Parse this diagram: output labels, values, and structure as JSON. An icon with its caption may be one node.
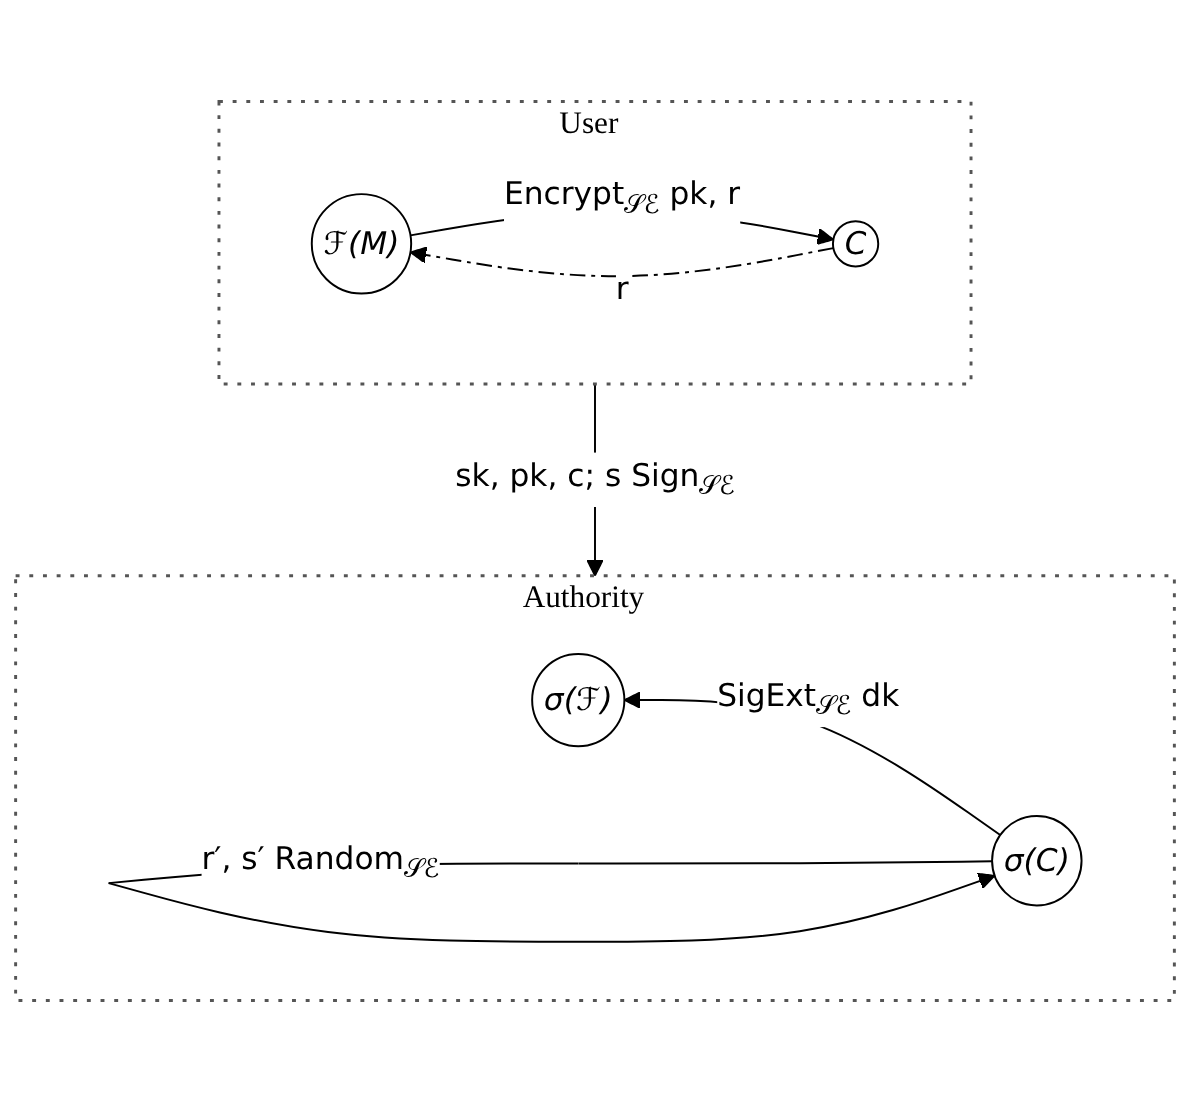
{
  "diagram": {
    "nodes": [
      {
        "text": [
          "User"
        ]
      },
      {
        "text": [
          "ℱ(M)"
        ],
        "in": 0
      },
      {
        "text": [
          "C"
        ],
        "in": 0
      },
      {
        "text": [
          "Authority"
        ]
      },
      {
        "text": [
          "σ(ℱ)"
        ],
        "in": 3
      },
      {
        "text": [
          "σ(C)"
        ],
        "in": 3
      }
    ],
    "edges": [
      {
        "from": 1,
        "to": 2,
        "arrow": "to",
        "label": "Encrypt$_{𝒮ℰ}$ pk, r"
      },
      {
        "from": 2,
        "to": 1,
        "arrow": "to",
        "label": "r",
        "style": "dashed"
      },
      {
        "from": 0,
        "to": 3,
        "arrow": "to",
        "label": "sk, pk, c; s Sign$_{𝒮ℰ}$"
      },
      {
        "from": 5,
        "to": 4,
        "arrow": "to",
        "label": "SigExt$_{𝒮ℰ}$ dk"
      },
      {
        "from": 5,
        "to": 5,
        "arrow": "to",
        "label": "r′, s′ Random$_{𝒮ℰ}$"
      }
    ]
  }
}
